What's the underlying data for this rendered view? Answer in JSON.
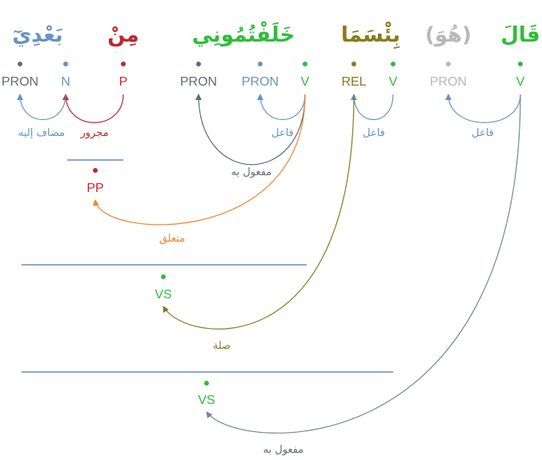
{
  "colors": {
    "v": "#2ebd3a",
    "pron": "#6593c8",
    "pron_dark": "#626a74",
    "pron_gray": "#b8b8b8",
    "n": "#6593c8",
    "p": "#c0262d",
    "rel": "#8a7a1c",
    "pp": "#c0262d",
    "vs": "#2ebd3a",
    "orange": "#ee8630",
    "line": "#4472c4"
  },
  "words": [
    {
      "text": "قَالَ",
      "color": "#2ebd3a"
    },
    {
      "text": "(هُوَ)",
      "color": "#b8b8b8"
    },
    {
      "text": "بِئْسَمَا",
      "color": "#8a7a1c"
    },
    {
      "text": "خَلَفْتُمُونِي",
      "color": "#2ebd3a"
    },
    {
      "text": "مِنْ",
      "color": "#c0262d"
    },
    {
      "text": "بَعْدِيٓ",
      "color": "#6593c8"
    }
  ],
  "tags": {
    "v_qala": "V",
    "pron_huwa": "PRON",
    "v_bisa": "V",
    "rel_ma": "REL",
    "v_khalaf": "V",
    "pron_tum": "PRON",
    "pron_ni": "PRON",
    "p_min": "P",
    "n_bad": "N",
    "pron_ya": "PRON",
    "pp": "PP",
    "vs1": "VS",
    "vs2": "VS"
  },
  "relations": {
    "fail_qala": "فاعل",
    "fail_bisa": "فاعل",
    "fail_khalaf": "فاعل",
    "mafool_ni": "مفعول به",
    "majrur": "مجرور",
    "mudaf": "مضاف إليه",
    "mutaalliq": "متعلق",
    "sila": "صلة",
    "mafool_vs": "مفعول به"
  }
}
